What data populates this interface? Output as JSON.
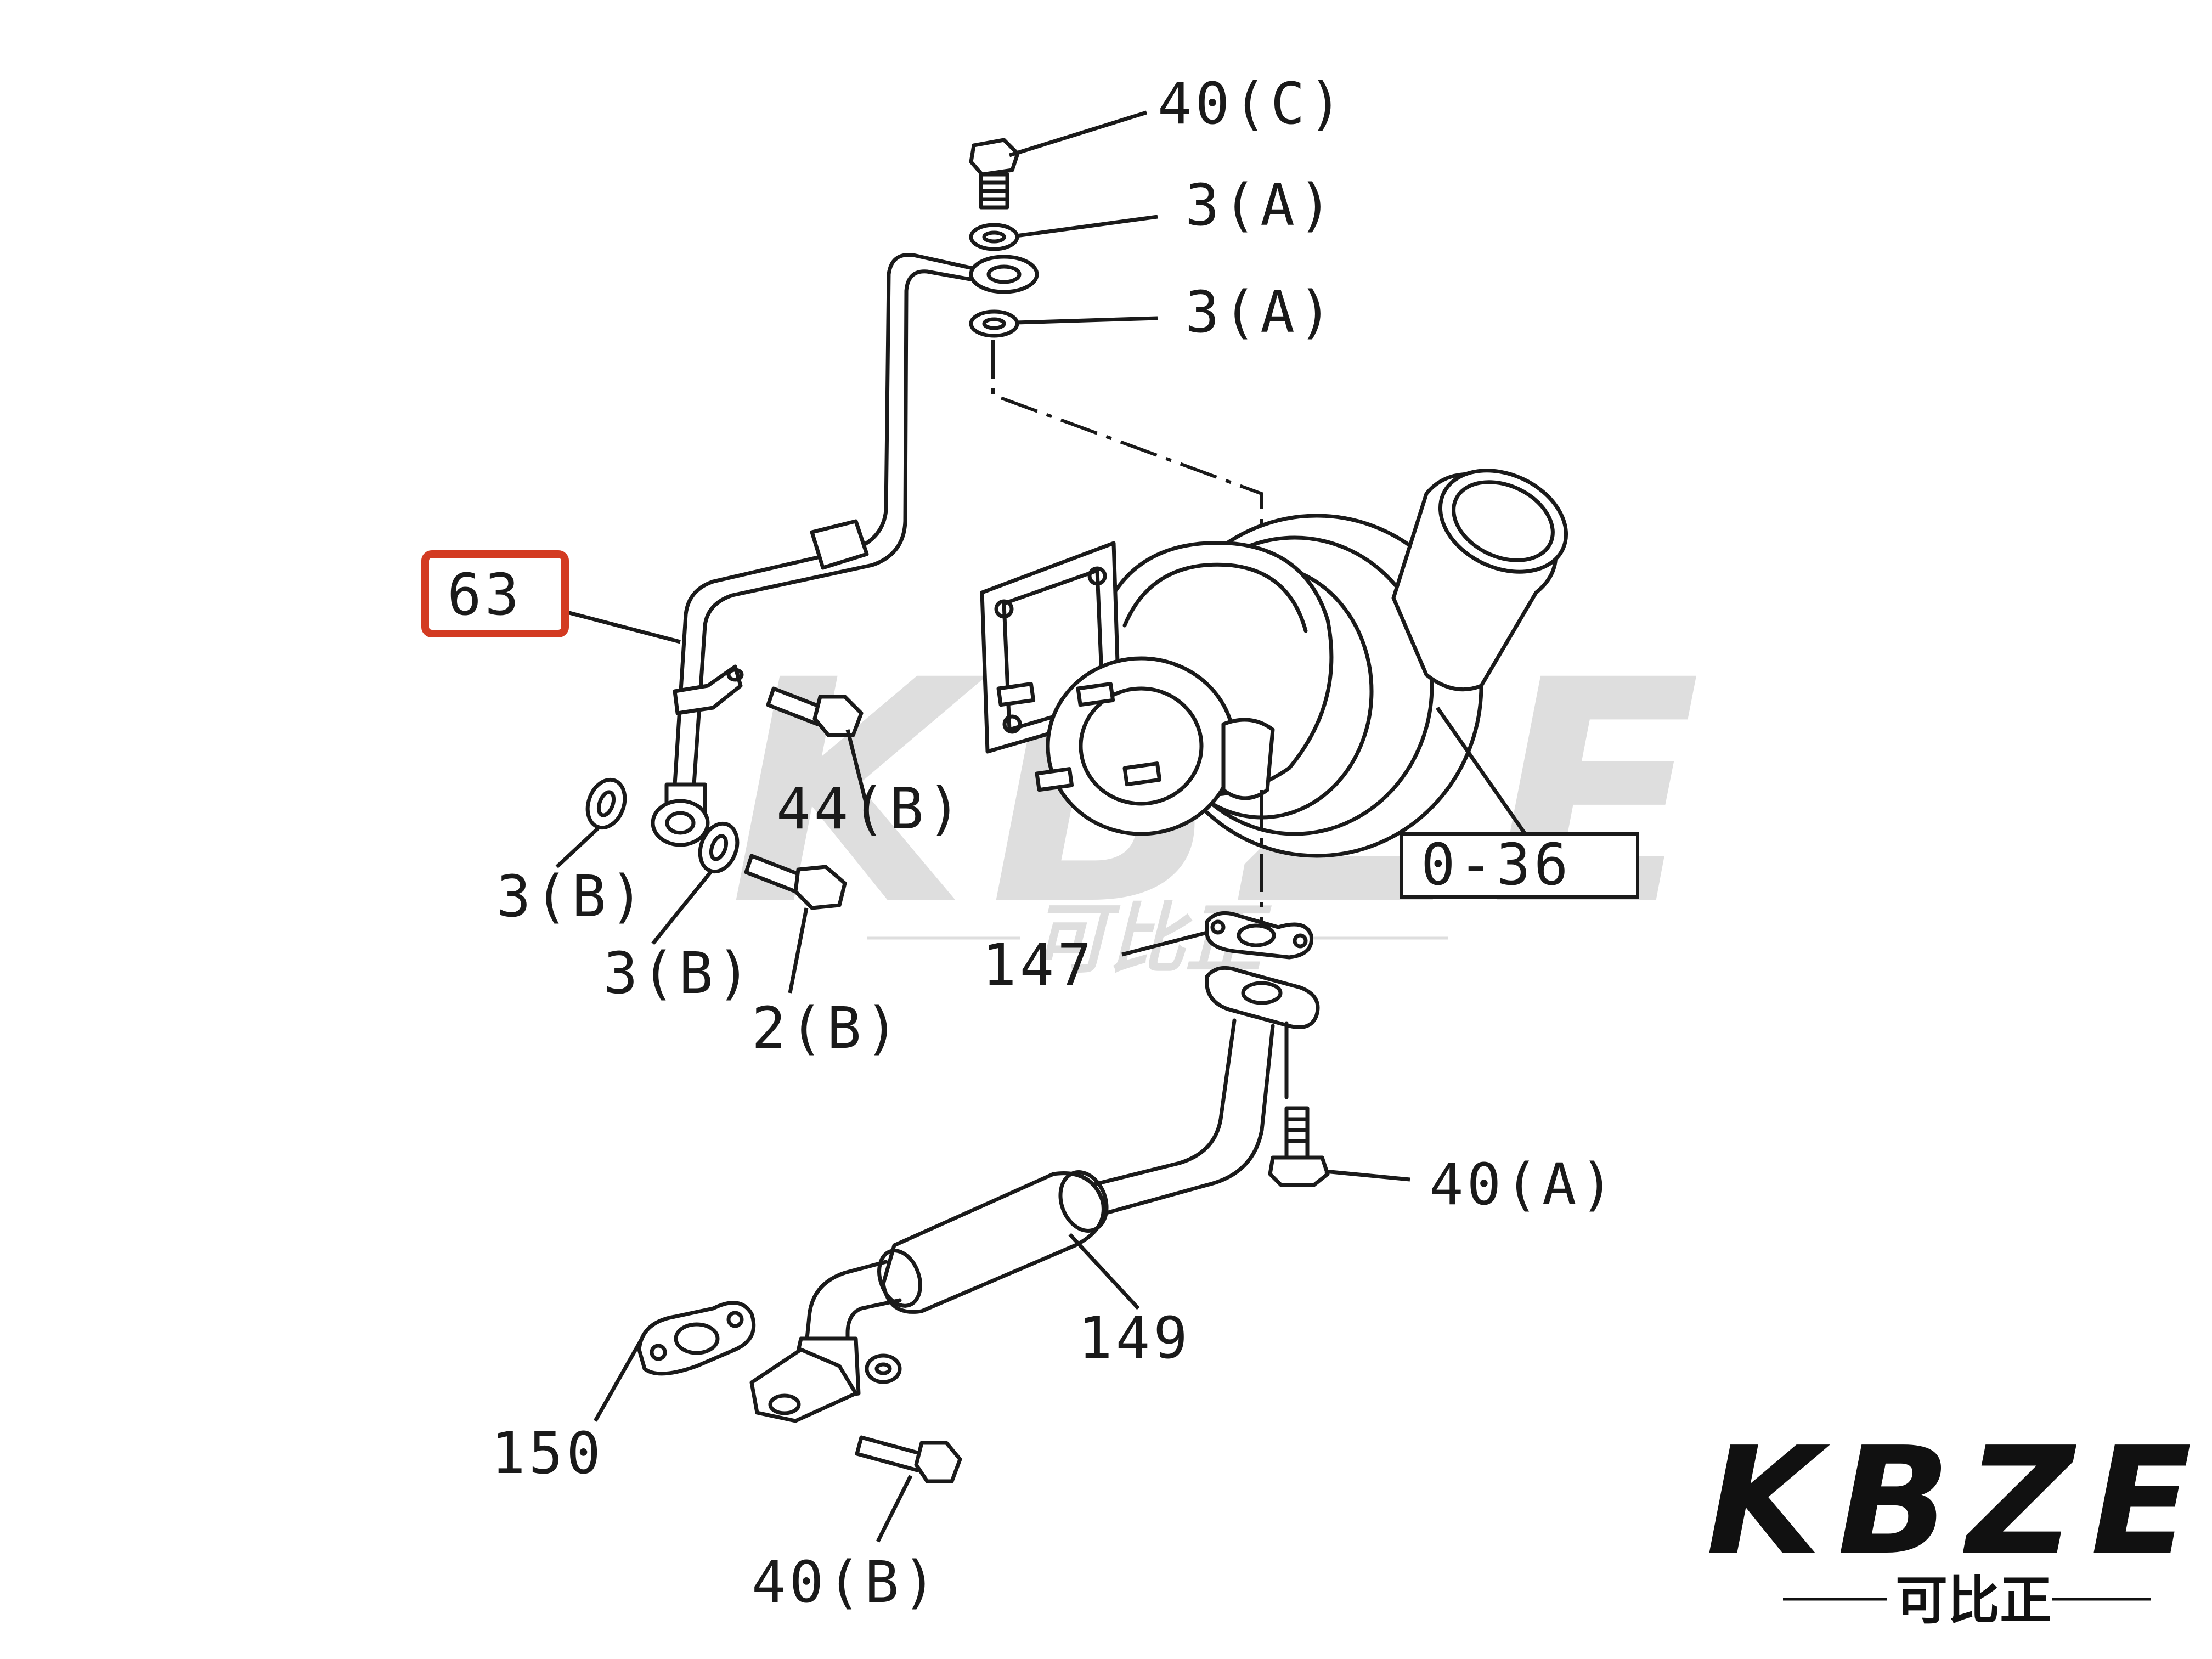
{
  "highlight_color": "#d33b22",
  "brand_color": "#111111",
  "watermark_color": "#d9d9d9",
  "labels": {
    "l40c": "40(C)",
    "l3a_1": "3(A)",
    "l3a_2": "3(A)",
    "l63": "63",
    "l44b": "44(B)",
    "l036": "0-36",
    "l3b_1": "3(B)",
    "l3b_2": "3(B)",
    "l2b": "2(B)",
    "l147": "147",
    "l40a": "40(A)",
    "l149": "149",
    "l150": "150",
    "l40b": "40(B)"
  },
  "logo": {
    "wordmark": "KBZE",
    "tagline": "可比正"
  },
  "watermark": {
    "wordmark": "KBZE",
    "tagline": "可比正"
  }
}
